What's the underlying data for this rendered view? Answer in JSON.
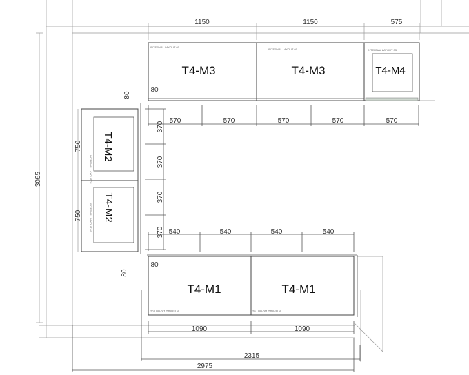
{
  "modules": {
    "top": [
      {
        "label": "T4-M3",
        "layout": "INTERNAL LAYOUT 01"
      },
      {
        "label": "T4-M3",
        "layout": "INTERNAL LAYOUT 01"
      },
      {
        "label": "T4-M4",
        "layout": "INTERNAL LAYOUT 03"
      }
    ],
    "left": [
      {
        "label": "T4-M2",
        "layout": "INTERNAL LAYOUT 01"
      },
      {
        "label": "T4-M2",
        "layout": "INTERNAL LAYOUT 01"
      }
    ],
    "bottom": [
      {
        "label": "T4-M1",
        "layout": "INTERNAL LAYOUT 01"
      },
      {
        "label": "T4-M1",
        "layout": "INTERNAL LAYOUT 01"
      }
    ]
  },
  "dimensions": {
    "top_widths": [
      "1150",
      "1150",
      "575"
    ],
    "top_doors": [
      "570",
      "570",
      "570",
      "570",
      "570"
    ],
    "left_heights": [
      "750",
      "750"
    ],
    "left_doors": [
      "370",
      "370",
      "370",
      "370"
    ],
    "bottom_doors": [
      "540",
      "540",
      "540",
      "540"
    ],
    "bottom_widths": [
      "1090",
      "1090"
    ],
    "offset_80": "80",
    "overall_2315": "2315",
    "overall_2975": "2975",
    "overall_3065": "3065"
  }
}
